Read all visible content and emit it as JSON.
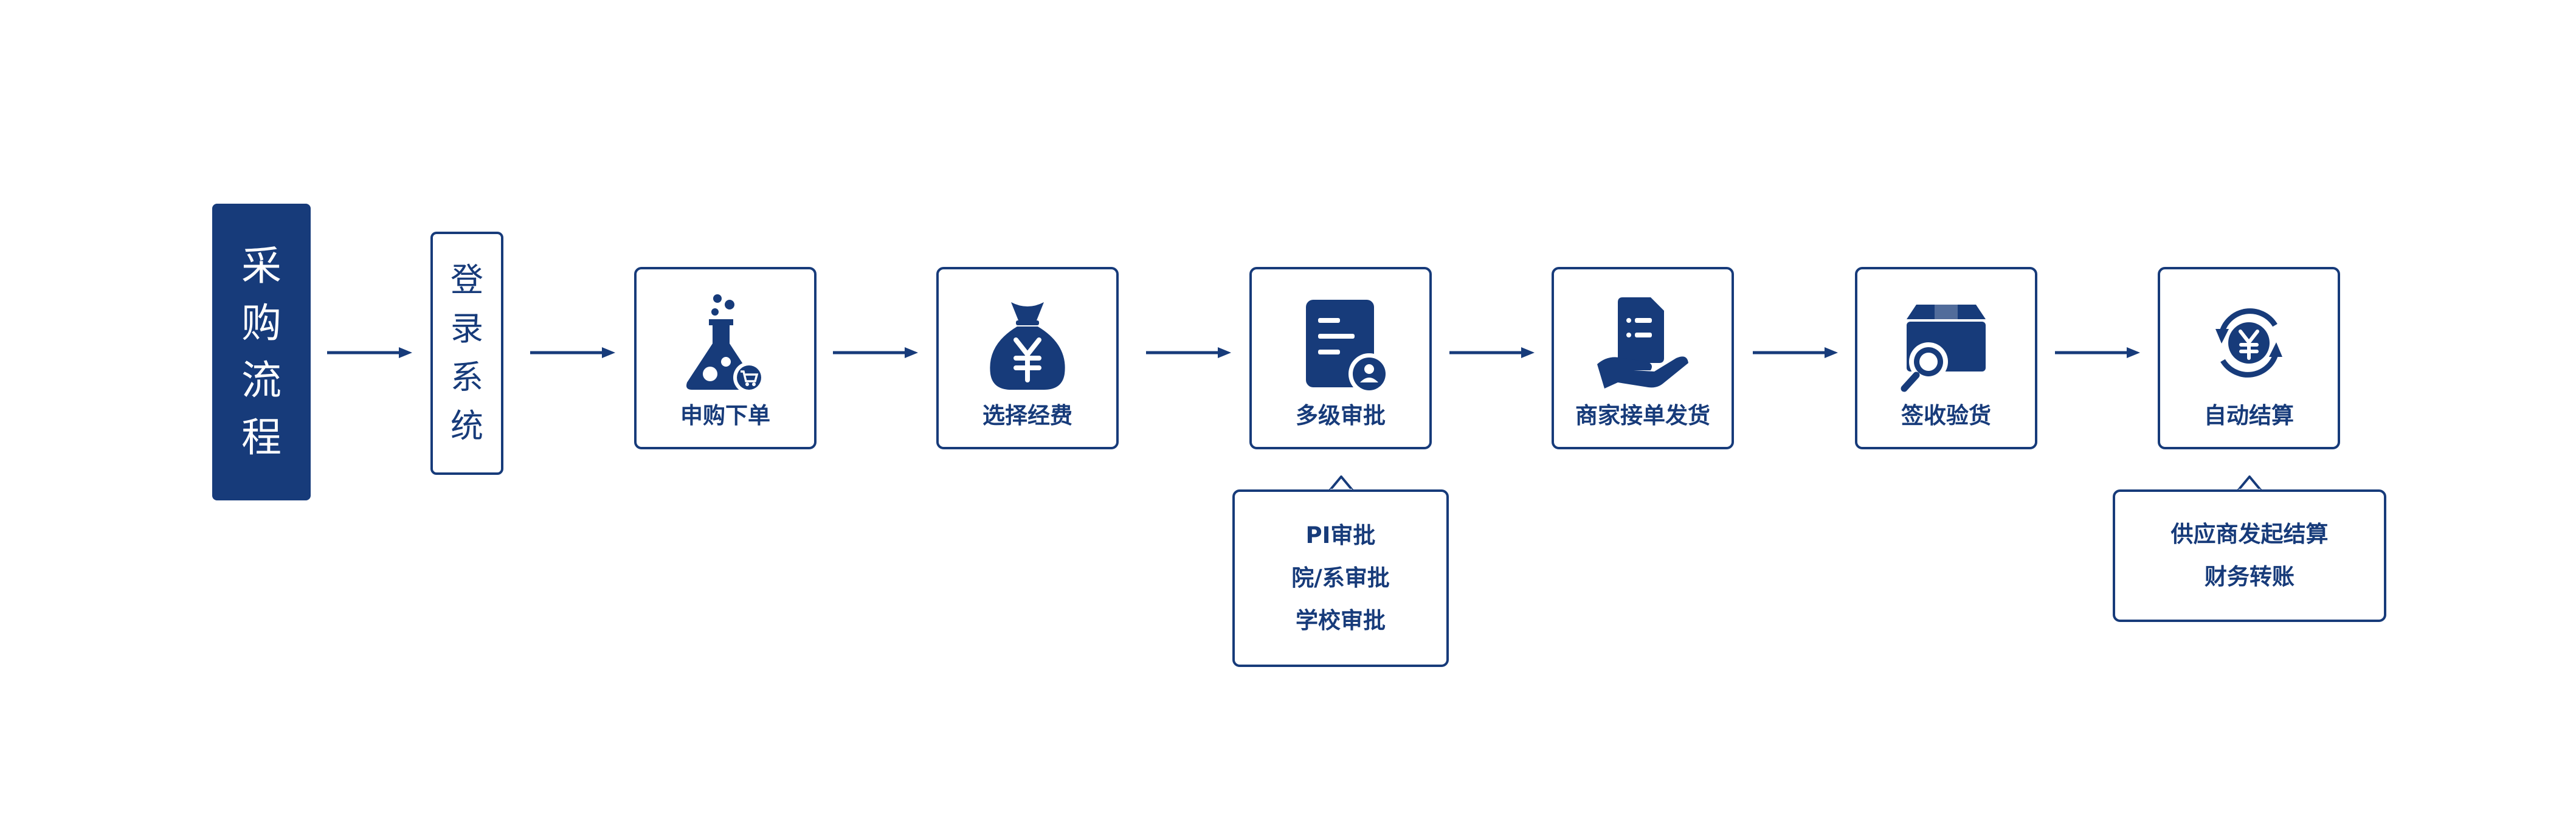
{
  "colors": {
    "primary": "#173b7a",
    "background": "#ffffff"
  },
  "title_chars": [
    "采",
    "购",
    "流",
    "程"
  ],
  "login_chars": [
    "登",
    "录",
    "系",
    "统"
  ],
  "steps": [
    {
      "label": "申购下单",
      "icon": "flask-cart-icon"
    },
    {
      "label": "选择经费",
      "icon": "money-bag-icon"
    },
    {
      "label": "多级审批",
      "icon": "document-user-icon"
    },
    {
      "label": "商家接单发货",
      "icon": "hand-document-icon"
    },
    {
      "label": "签收验货",
      "icon": "box-magnifier-icon"
    },
    {
      "label": "自动结算",
      "icon": "yen-cycle-icon"
    }
  ],
  "approval_note": [
    "PI审批",
    "院/系审批",
    "学校审批"
  ],
  "settlement_note": [
    "供应商发起结算",
    "财务转账"
  ]
}
